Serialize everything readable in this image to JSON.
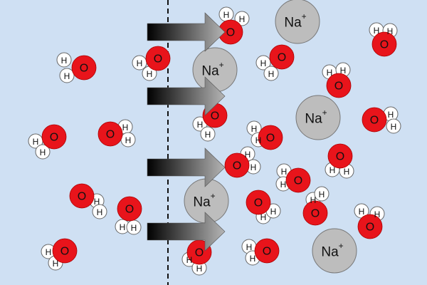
{
  "diagram": {
    "ion_label": "Na",
    "ion_charge": "+",
    "oxygen_label": "O",
    "hydrogen_label": "H",
    "ion_count": 5,
    "water_count": 22,
    "arrow_count": 4,
    "colors": {
      "background": "#cfe0f3",
      "oxygen": "#e8141b",
      "hydrogen": "#ffffff",
      "ion": "#bdbdbd",
      "membrane": "#111111"
    }
  }
}
